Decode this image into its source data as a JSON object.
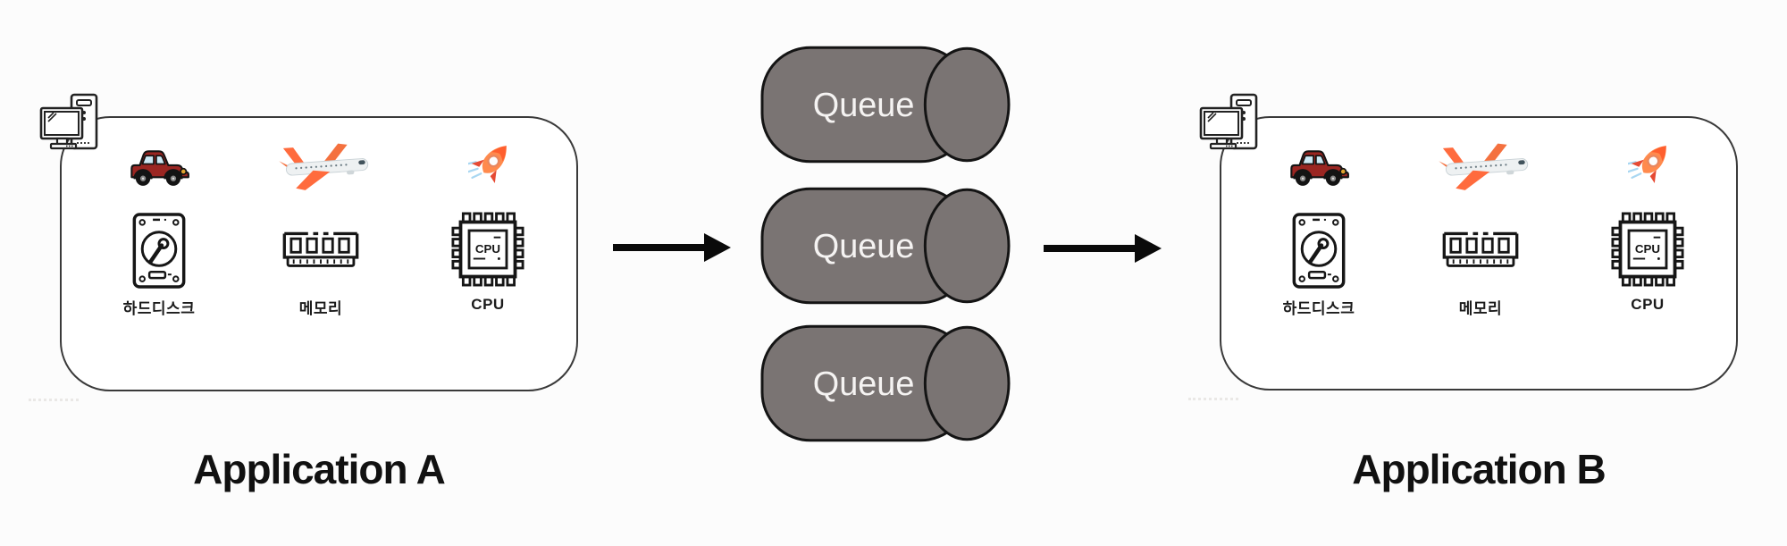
{
  "apps": [
    {
      "title": "Application A",
      "hardware": [
        {
          "label": "하드디스크"
        },
        {
          "label": "메모리"
        },
        {
          "label": "CPU"
        }
      ]
    },
    {
      "title": "Application B",
      "hardware": [
        {
          "label": "하드디스크"
        },
        {
          "label": "메모리"
        },
        {
          "label": "CPU"
        }
      ]
    }
  ],
  "queues": [
    {
      "label": "Queue"
    },
    {
      "label": "Queue"
    },
    {
      "label": "Queue"
    }
  ],
  "chip_text": "CPU",
  "colors": {
    "queue_fill": "#7a7473",
    "queue_outline": "#141414",
    "queue_text": "#f5f3f2",
    "box_border": "#3a3a3a",
    "arrow": "#0a0a0a",
    "car_body": "#9b2622",
    "plane_orange": "#ff6b3d",
    "rocket_orange": "#ff8a4d",
    "background": "#fcfcfc"
  }
}
